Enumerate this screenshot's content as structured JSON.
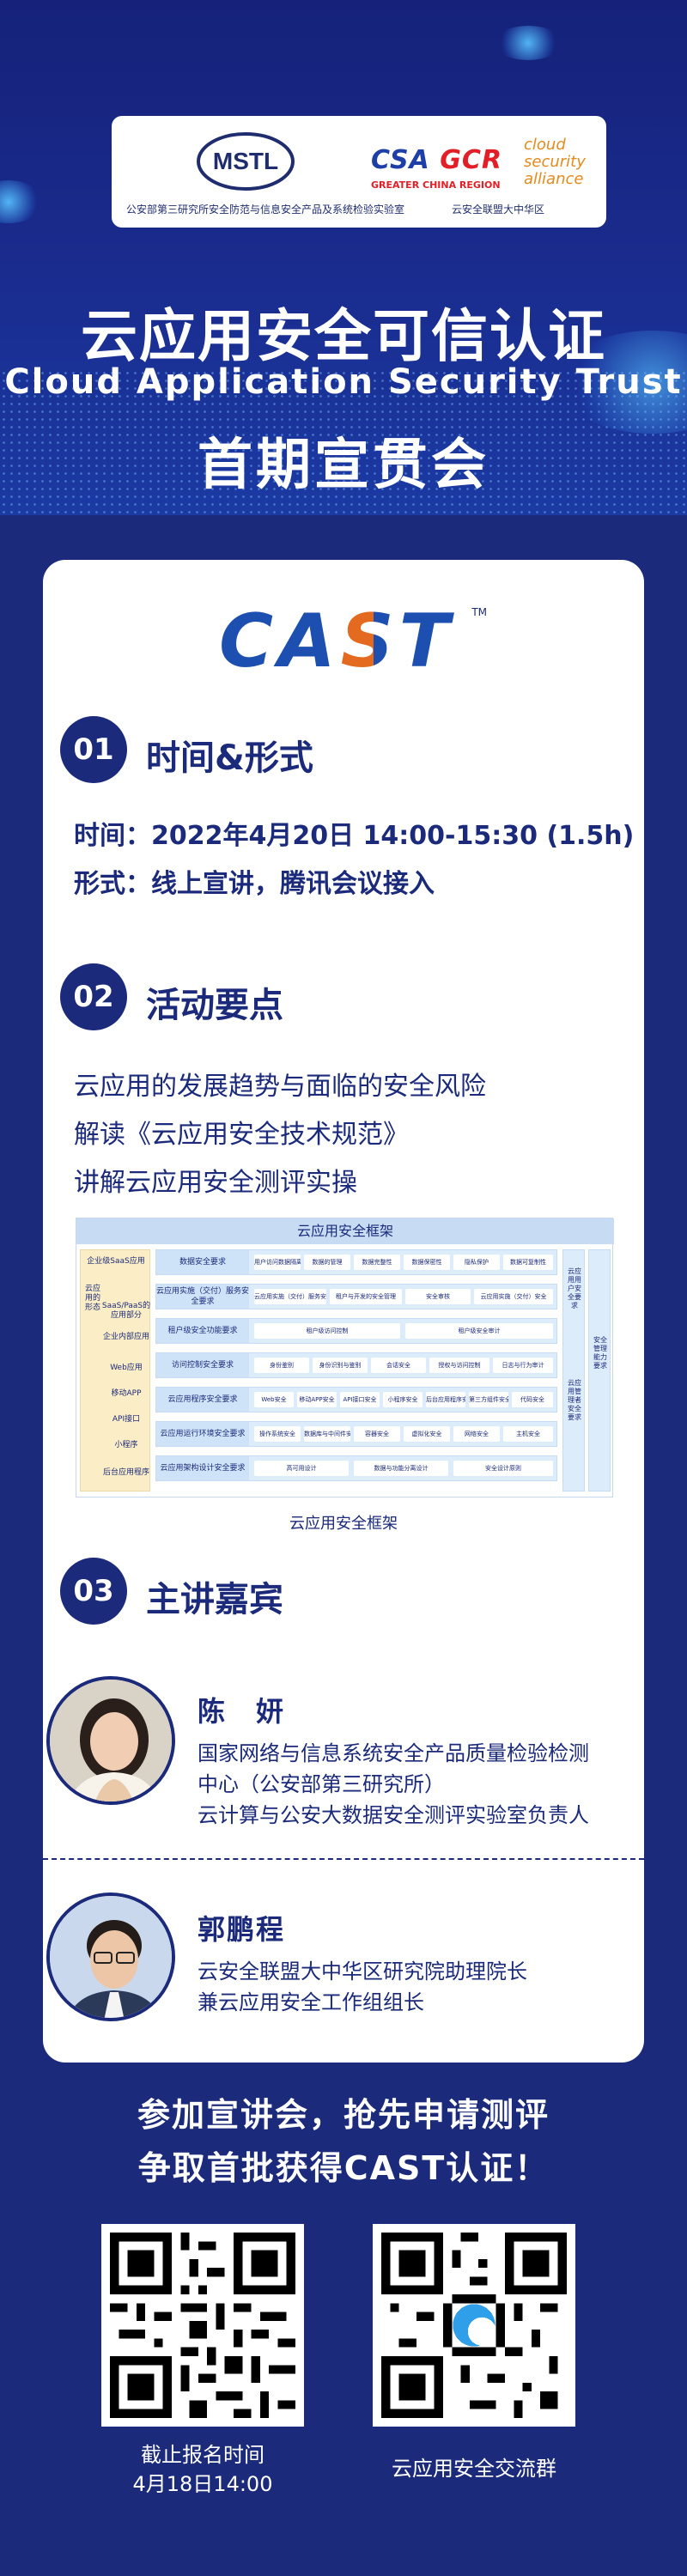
{
  "header": {
    "mstl_logo_text": "MSTL",
    "mstl_caption": "公安部第三研究所安全防范与信息安全产品及系统检验实验室",
    "csa_logo_main": "CSA",
    "csa_logo_gcr": "GCR",
    "csa_logo_sub": "GREATER CHINA REGION",
    "csa_logo_cloud": "cloud security alliance",
    "csa_caption": "云安全联盟大中华区",
    "title": "云应用安全可信认证",
    "title_en": "Cloud Application Security Trust",
    "subtitle": "首期宣贯会"
  },
  "cast_logo": {
    "text": "CAST",
    "tm": "TM"
  },
  "section1": {
    "number": "01",
    "title": "时间&形式",
    "time_label": "时间：",
    "time_value": "2022年4月20日 14:00-15:30 (1.5h)",
    "form_label": "形式：",
    "form_value": "线上宣讲，腾讯会议接入"
  },
  "section2": {
    "number": "02",
    "title": "活动要点",
    "points": [
      "云应用的发展趋势与面临的安全风险",
      "解读《云应用安全技术规范》",
      "讲解云应用安全测评实操"
    ],
    "framework": {
      "title": "云应用安全框架",
      "left_groups": [
        "企业级SaaS应用",
        "云应用的形态",
        "SaaS/PaaS的应用部分",
        "企业内部应用",
        "Web应用",
        "移动APP",
        "API接口",
        "小程序",
        "后台应用程序"
      ],
      "rows": [
        {
          "head": "数据安全要求",
          "cells": [
            "用户访问数据隔离",
            "数据的管理",
            "数据完整性",
            "数据保密性",
            "隐私保护",
            "数据可复制性"
          ]
        },
        {
          "head": "云应用实施（交付）服务安全要求",
          "cells": [
            "云应用实施（交付）服务安全",
            "租户与开发的安全管理",
            "安全审核",
            "云应用实施（交付）安全"
          ]
        },
        {
          "head": "租户级安全功能要求",
          "cells": [
            "租户级访问控制",
            "租户级安全审计"
          ]
        },
        {
          "head": "访问控制安全要求",
          "cells": [
            "身份鉴别",
            "身份识别与鉴别",
            "会话安全",
            "授权与访问控制",
            "日志与行为审计"
          ]
        },
        {
          "head": "云应用程序安全要求",
          "cells": [
            "Web安全",
            "移动APP安全",
            "API接口安全",
            "小程序安全",
            "后台应用程序安全",
            "第三方组件安全",
            "代码安全"
          ]
        },
        {
          "head": "云应用运行环境安全要求",
          "cells": [
            "操作系统安全",
            "数据库与中间件安全",
            "容器安全",
            "虚拟化安全",
            "网络安全",
            "主机安全"
          ]
        },
        {
          "head": "云应用架构设计安全要求",
          "cells": [
            "高可用设计",
            "数据与功能分离设计",
            "安全设计原则"
          ]
        }
      ],
      "right1": "云应用用户安全要求",
      "right1_b": "云应用管理者安全要求",
      "right2": "安全管理能力要求",
      "caption": "云应用安全框架"
    }
  },
  "section3": {
    "number": "03",
    "title": "主讲嘉宾",
    "speakers": [
      {
        "name": "陈　妍",
        "lines": [
          "国家网络与信息系统安全产品质量检验检测",
          "中心（公安部第三研究所）",
          "云计算与公安大数据安全测评实验室负责人"
        ]
      },
      {
        "name": "郭鹏程",
        "lines": [
          "云安全联盟大中华区研究院助理院长",
          "兼云应用安全工作组组长"
        ]
      }
    ]
  },
  "cta": {
    "line1": "参加宣讲会，抢先申请测评",
    "line2": "争取首批获得CAST认证！"
  },
  "qr": {
    "left_caption_1": "截止报名时间",
    "left_caption_2": "4月18日14:00",
    "right_caption": "云应用安全交流群"
  },
  "colors": {
    "navy": "#1b2a7a",
    "brand_blue": "#1c4fb0",
    "brand_orange": "#e46a1f"
  }
}
